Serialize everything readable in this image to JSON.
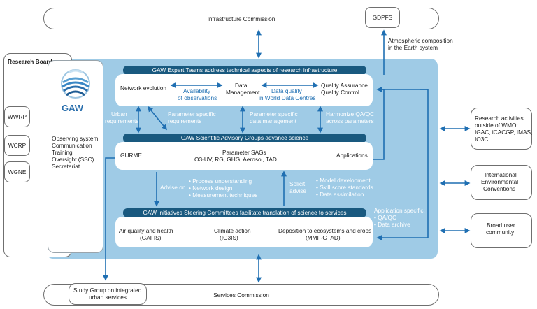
{
  "top": {
    "infrastructure": "Infrastructure Commission",
    "gdpfs": "GDPFS",
    "atmos_line1": "Atmospheric composition",
    "atmos_line2": "in the Earth system"
  },
  "left": {
    "research_board": "Research Board",
    "wwrp": "WWRP",
    "wcrp": "WCRP",
    "wgne": "WGNE",
    "gaw_logo_text": "GAW",
    "functions": [
      "Observing system",
      "Communication",
      "Training",
      "Oversight (SSC)",
      "Secretariat"
    ]
  },
  "expert": {
    "header": "GAW Expert Teams address technical aspects of research infrastructure",
    "network": "Network evolution",
    "availability": [
      "Availability",
      "of observations"
    ],
    "data_mgmt": [
      "Data",
      "Management"
    ],
    "data_quality": [
      "Data quality",
      "in World Data Centres"
    ],
    "qa": [
      "Quality Assurance",
      "Quality Control"
    ]
  },
  "mid_labels": {
    "urban": [
      "Urban",
      "requirements"
    ],
    "param_req": [
      "Parameter specific",
      "requirements"
    ],
    "param_dm": [
      "Parameter specific",
      "data management"
    ],
    "harmonize": [
      "Harmonize QA/QC",
      "across parameters"
    ]
  },
  "sag": {
    "header": "GAW Scientific Advisory Groups advance science",
    "gurme": "GURME",
    "param_sags": [
      "Parameter SAGs",
      "O3-UV, RG, GHG, Aerosol, TAD"
    ],
    "applications": "Applications"
  },
  "lower_labels": {
    "advise_on": "Advise on",
    "advise_items": [
      "• Process understanding",
      "• Network design",
      "• Measurement techniques"
    ],
    "solicit": [
      "Solicit",
      "advise"
    ],
    "model_items": [
      "• Model development",
      "• Skill score standards",
      "• Data assimilation"
    ],
    "app_specific": [
      "Application specific:",
      "• QA/QC",
      "• Data archive"
    ]
  },
  "initiatives": {
    "header": "GAW Initiatives Steering Committees facilitate translation of science to services",
    "air": [
      "Air quality and health",
      "(GAFIS)"
    ],
    "climate": [
      "Climate action",
      "(IG3IS)"
    ],
    "deposition": [
      "Deposition to ecosystems and crops",
      "(MMF-GTAD)"
    ]
  },
  "right": {
    "research_activities": [
      "Research activities",
      "outside of WMO:",
      "IGAC, iCACGP, IMAS,",
      "IO3C, ..."
    ],
    "conventions": [
      "International",
      "Environmental",
      "Conventions"
    ],
    "broad_user": [
      "Broad user",
      "community"
    ]
  },
  "bottom": {
    "services": "Services Commission",
    "study_group": [
      "Study Group on integrated",
      "urban services"
    ]
  },
  "colors": {
    "main_bg": "#9fcbe6",
    "header_bar": "#19597f",
    "arrow": "#1f6fb2",
    "teal_label": "#1f6fb2"
  }
}
